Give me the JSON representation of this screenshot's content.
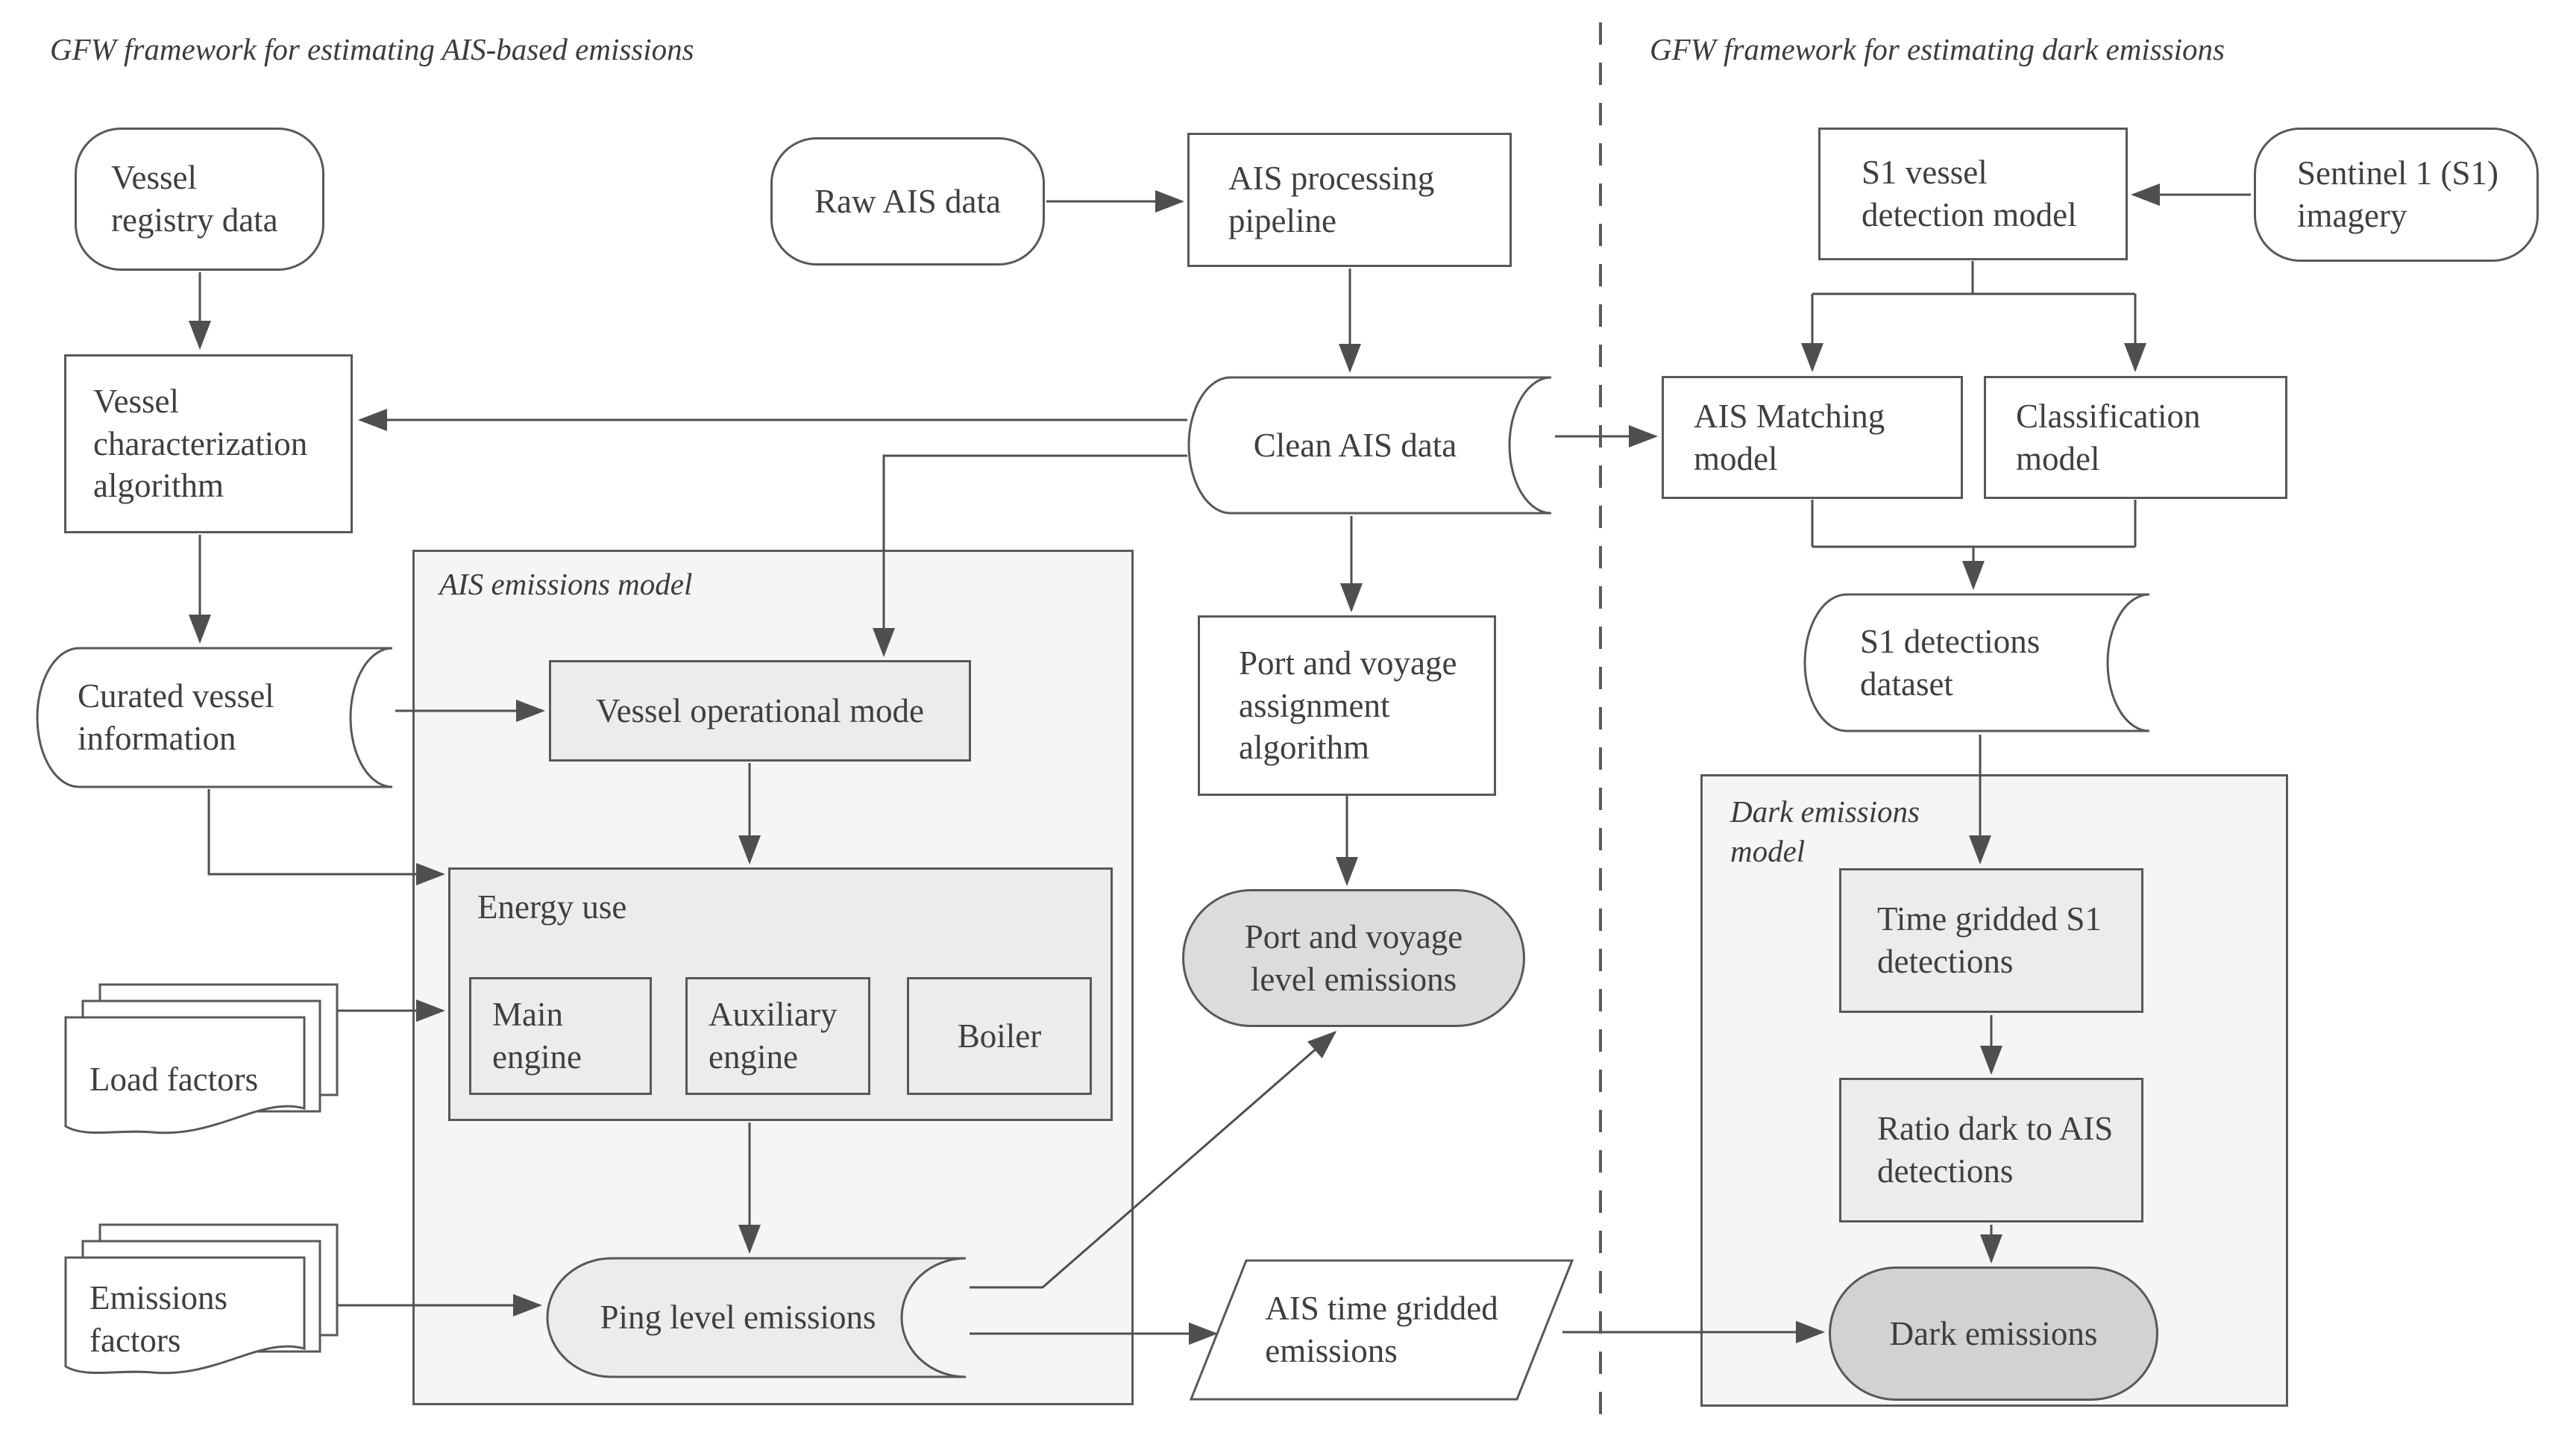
{
  "titles": {
    "left": "GFW framework for estimating AIS-based emissions",
    "right": "GFW framework for estimating dark emissions"
  },
  "containers": {
    "ais": "AIS emissions model",
    "dark": "Dark emissions\nmodel"
  },
  "nodes": {
    "vessel_registry": "Vessel\nregistry data",
    "raw_ais": "Raw AIS data",
    "ais_pipeline": "AIS processing\npipeline",
    "clean_ais": "Clean AIS data",
    "vessel_char": "Vessel\ncharacterization\nalgorithm",
    "curated_info": "Curated vessel\ninformation",
    "vessel_op_mode": "Vessel operational mode",
    "energy_use": "Energy use",
    "main_engine": "Main\nengine",
    "aux_engine": "Auxiliary\nengine",
    "boiler": "Boiler",
    "ping_level": "Ping level emissions",
    "load_factors": "Load factors",
    "emissions_factors": "Emissions\nfactors",
    "port_voyage_algo": "Port and voyage\nassignment\nalgorithm",
    "port_voyage_emissions": "Port and voyage\nlevel emissions",
    "ais_time_gridded": "AIS time gridded\nemissions",
    "s1_detection_model": "S1 vessel\ndetection model",
    "sentinel_imagery": "Sentinel 1 (S1)\nimagery",
    "ais_matching": "AIS Matching\nmodel",
    "classification": "Classification\nmodel",
    "s1_dataset": "S1 detections\ndataset",
    "time_gridded_s1": "Time gridded S1\ndetections",
    "ratio_dark": "Ratio dark to AIS\ndetections",
    "dark_emissions": "Dark emissions"
  },
  "colors": {
    "line": "#4f4f4f",
    "shape_border": "#585858",
    "container_fill": "#f5f5f5",
    "inner_box_fill": "#ececec",
    "result_stadium_fill": "#dcdcdc",
    "dark_stadium_fill": "#d2d2d2",
    "text": "#3f3f3f",
    "background": "#ffffff"
  }
}
